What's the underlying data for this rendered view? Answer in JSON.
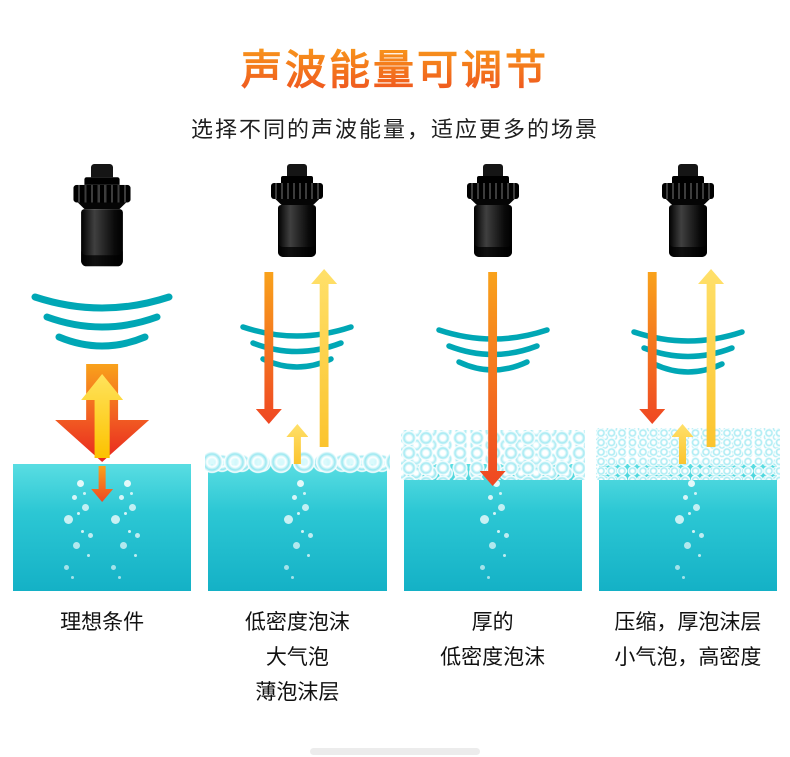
{
  "page": {
    "title": "声波能量可调节",
    "subtitle": "选择不同的声波能量，适应更多的场景"
  },
  "columns": [
    {
      "id": "ideal",
      "caption_lines": [
        "理想条件"
      ]
    },
    {
      "id": "low-density-foam",
      "caption_lines": [
        "低密度泡沫",
        "大气泡",
        "薄泡沫层"
      ]
    },
    {
      "id": "thick-foam",
      "caption_lines": [
        "厚的",
        "低密度泡沫"
      ]
    },
    {
      "id": "compressed-foam",
      "caption_lines": [
        "压缩，厚泡沫层",
        "小气泡，高密度"
      ]
    }
  ],
  "icons": {
    "sound-waves-icon": "concentric teal arcs",
    "transmit-arrow-icon": "orange/red downward arrow",
    "echo-arrow-icon": "yellow upward arrow"
  },
  "colors": {
    "title_gradient_top": "#faa61a",
    "title_gradient_bottom": "#ee4f1f",
    "wave_teal": "#00a7b5",
    "water_top": "#59dde2",
    "water_bottom": "#14b1c6",
    "arrow_orange": "#f26122",
    "arrow_red": "#e8251f",
    "arrow_yellow": "#ffd400",
    "sensor_black": "#111111"
  }
}
